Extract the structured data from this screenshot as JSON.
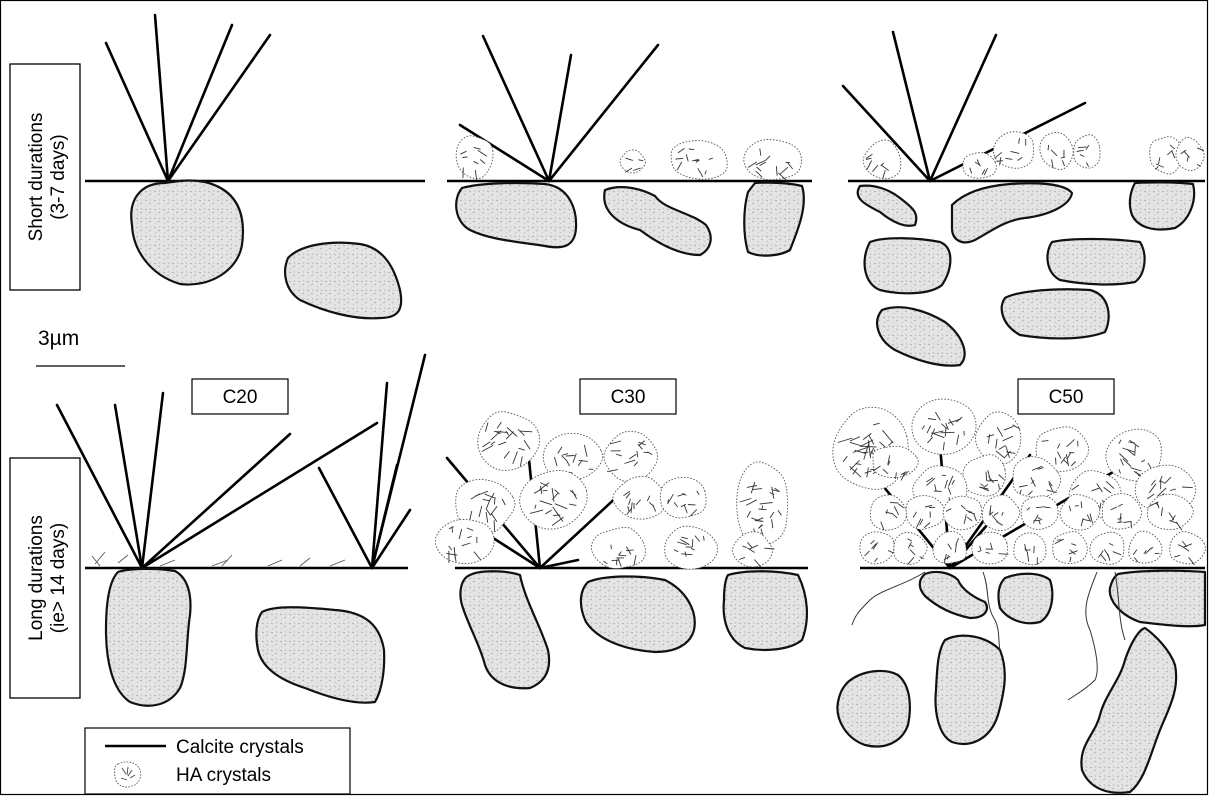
{
  "row_labels": {
    "short": {
      "line1": "Short durations",
      "line2": "(3-7 days)"
    },
    "long": {
      "line1": "Long durations",
      "line2": "(ie> 14 days)"
    }
  },
  "scale_bar": {
    "label": "3µm"
  },
  "columns": [
    {
      "label": "C20"
    },
    {
      "label": "C30"
    },
    {
      "label": "C50"
    }
  ],
  "legend": {
    "items": [
      {
        "label": "Calcite crystals",
        "symbol": "black-line"
      },
      {
        "label": "HA crystals",
        "symbol": "dotted-cluster"
      }
    ]
  },
  "colors": {
    "grain_fill": "#e3e3e3",
    "grain_stroke": "#111111",
    "calcite": "#000000",
    "ha_outline": "#555555"
  }
}
